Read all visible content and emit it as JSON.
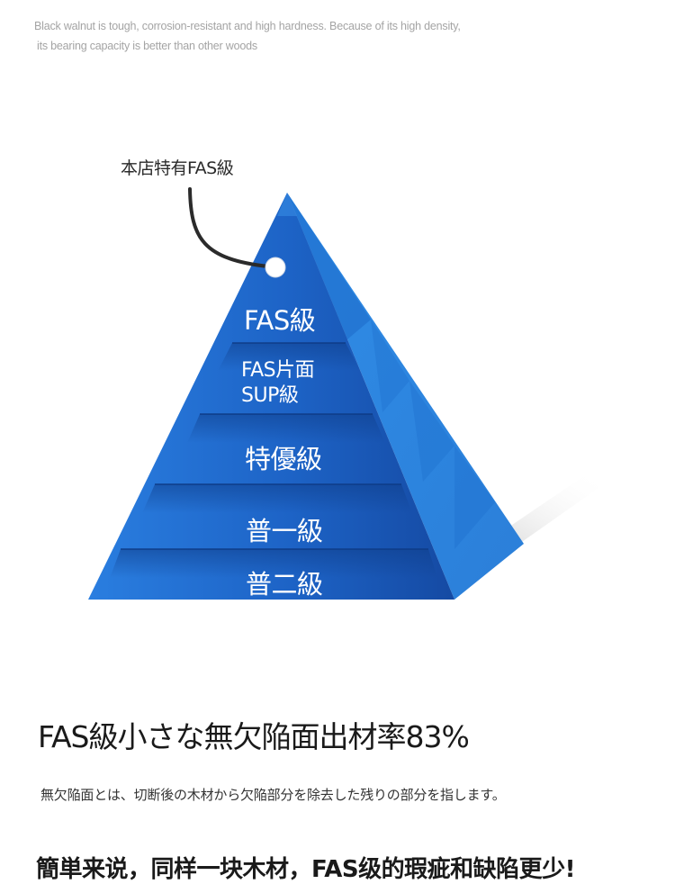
{
  "intro": {
    "line1": "Black walnut is tough, corrosion-resistant and high hardness. Because of its high density,",
    "line2": "its bearing capacity is better than other woods"
  },
  "pyramid": {
    "callout": "本店特有FAS級",
    "tiers": [
      {
        "line1": "FAS級"
      },
      {
        "line1": "FAS片面",
        "line2": "SUP級"
      },
      {
        "line1": "特優級"
      },
      {
        "line1": "普一級"
      },
      {
        "line1": "普二級"
      }
    ],
    "colors": {
      "front": "#1f6fd0",
      "front_dark": "#174fae",
      "side": "#2a86e0",
      "band_shadow": "#0f3f8c"
    }
  },
  "headline": "FAS級小さな無欠陥面出材率83%",
  "description": "無欠陥面とは、切断後の木材から欠陥部分を除去した残りの部分を指します。",
  "next_heading": "簡単来说，同样一块木材，FAS级的瑕疵和缺陷更少!"
}
